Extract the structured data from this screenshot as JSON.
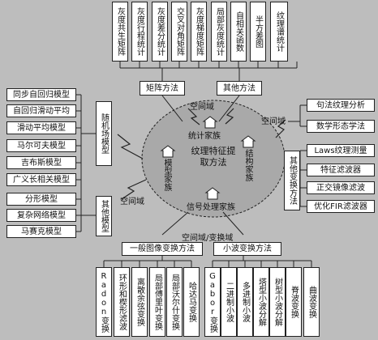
{
  "top_boxes": [
    "灰度共生矩阵",
    "灰度行程统计",
    "灰度差分统计",
    "交叉对角矩阵",
    "灰度梯度矩阵",
    "局部灰度统计",
    "自相关函数",
    "半方差图",
    "纹理谱统计"
  ],
  "top_methods": {
    "matrix": "矩阵方法",
    "other": "其他方法"
  },
  "left_boxes": [
    "同步自回归模型",
    "自回归滑动平均",
    "滑动平均模型",
    "马尔可夫模型",
    "吉布斯模型",
    "广义长相关模型"
  ],
  "left_boxes2": [
    "分形模型",
    "复杂网络模型",
    "马赛克模型"
  ],
  "left_methods": {
    "random": "随机场模型",
    "other": "其他模型"
  },
  "right_boxes": [
    "句法纹理分析",
    "数学形态学法"
  ],
  "right_boxes2": [
    "Laws纹理测量",
    "特征滤波器",
    "正交镜像滤波",
    "优化FIR滤波器"
  ],
  "right_methods": {
    "other_transform": "其他变换方法"
  },
  "bottom_methods": {
    "general": "一般图像变换方法",
    "wavelet": "小波变换方法"
  },
  "bottom_left_boxes": [
    "Radon变换",
    "环形和楔形滤波",
    "离散余弦变换",
    "局部傅里叶变换",
    "局部沃尔什变换",
    "哈达马变换"
  ],
  "bottom_right_boxes": [
    "Gabor变换",
    "二进制小波",
    "多进制小波",
    "塔型小波分解",
    "树型小波分解",
    "脊波变换",
    "曲波变换"
  ],
  "ellipse": {
    "center": "纹理特征提取方法",
    "stat_family": "统计家族",
    "model_family": "模型家族",
    "struct_family": "结构家族",
    "signal_family": "信号处理家族"
  },
  "domain_labels": {
    "space_top": "空间域",
    "space_right": "空间域",
    "space_left": "空间域",
    "space_freq": "空间域/变换域"
  }
}
